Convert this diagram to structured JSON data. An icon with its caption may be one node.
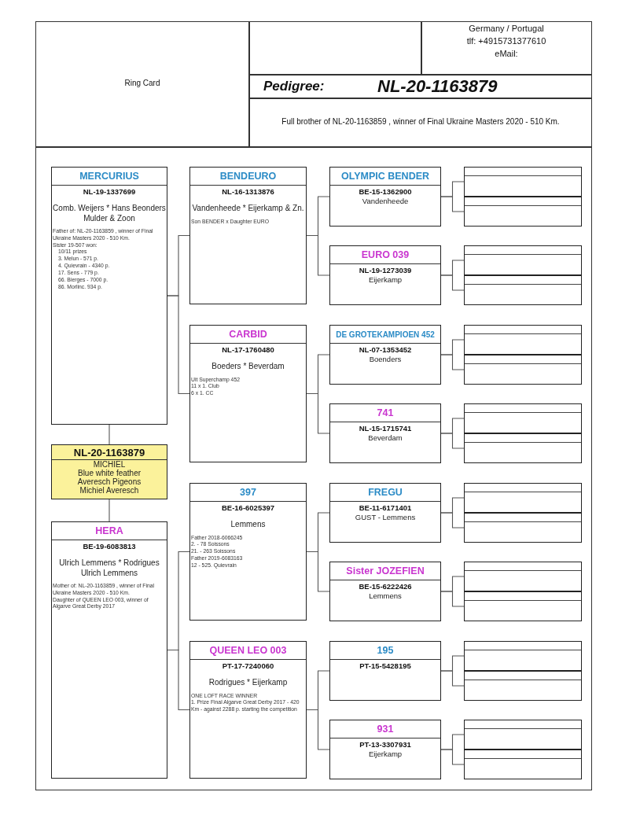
{
  "diagram": {
    "nodes": [
      {
        "text": [
          "NL-20-1163879",
          "MICHIEL",
          "Blue white feather",
          "Averesch Pigeons",
          "Michiel Averesch"
        ]
      },
      {
        "text": [
          "MERCURIUS",
          "NL-19-1337699",
          "Comb. Weijers * Hans Beonders Mulder & Zoon",
          "Father of: NL-20-1163859 , winner of Final Ukraine Masters 2020 - 510 Km.",
          "Sister 19-507 won:",
          "10/11 prizes",
          "3. Melun - 571 p.",
          "4. Quievrain - 4340 p.",
          "17. Sens - 779 p.",
          "66. Bierges - 7000 p.",
          "86. Morlinc. 934 p."
        ]
      },
      {
        "text": [
          "HERA",
          "BE-19-6083813",
          "Ulrich Lemmens * Rodrigues Ulrich Lemmens",
          "Mother of: NL-20-1163859 , winner of Final Ukraine Masters 2020 - 510 Km.",
          "Daughter of QUEEN LEO 003, winner of Algarve Great Derby 2017"
        ]
      },
      {
        "text": [
          "BENDEURO",
          "NL-16-1313876",
          "Vandenheede * Eijerkamp & Zn.",
          "Son BENDER x Daughter EURO"
        ]
      },
      {
        "text": [
          "CARBID",
          "NL-17-1760480",
          "Boeders * Beverdam",
          "Uit Superchamp 452",
          "11 x 1. Club",
          "6 x 1. CC"
        ]
      },
      {
        "text": [
          "397",
          "BE-16-6025397",
          "Lemmens",
          "Father 2018-6066245",
          "2. - 78 Soissons",
          "21. - 263 Soissons",
          "Father 2019-6083163",
          "12 - 525. Quievrain"
        ]
      },
      {
        "text": [
          "QUEEN LEO 003",
          "PT-17-7240060",
          "Rodrigues * Eijerkamp",
          "ONE LOFT RACE WINNER",
          "1. Prize Final Algarve Great Derby 2017 - 420 Km - against 2288 p. starting the competition"
        ]
      },
      {
        "text": [
          "OLYMPIC BENDER",
          "BE-15-1362900",
          "Vandenheede"
        ]
      },
      {
        "text": [
          "EURO 039",
          "NL-19-1273039",
          "Eijerkamp"
        ]
      },
      {
        "text": [
          "DE GROTEKAMPIOEN 452",
          "NL-07-1353452",
          "Boenders"
        ]
      },
      {
        "text": [
          "741",
          "NL-15-1715741",
          "Beverdam"
        ]
      },
      {
        "text": [
          "FREGU",
          "BE-11-6171401",
          "GUST - Lemmens"
        ]
      },
      {
        "text": [
          "Sister JOZEFIEN",
          "BE-15-6222426",
          "Lemmens"
        ]
      },
      {
        "text": [
          "195",
          "PT-15-5428195"
        ]
      },
      {
        "text": [
          "931",
          "PT-13-3307931",
          "Eijerkamp"
        ]
      },
      {
        "text": [],
        "shape": "box"
      },
      {
        "text": [],
        "shape": "box"
      },
      {
        "text": [],
        "shape": "box"
      },
      {
        "text": [],
        "shape": "box"
      },
      {
        "text": [],
        "shape": "box"
      },
      {
        "text": [],
        "shape": "box"
      },
      {
        "text": [],
        "shape": "box"
      },
      {
        "text": [],
        "shape": "box"
      },
      {
        "text": [],
        "shape": "box"
      },
      {
        "text": [],
        "shape": "box"
      },
      {
        "text": [],
        "shape": "box"
      },
      {
        "text": [],
        "shape": "box"
      },
      {
        "text": [],
        "shape": "box"
      },
      {
        "text": [],
        "shape": "box"
      },
      {
        "text": [],
        "shape": "box"
      },
      {
        "text": [],
        "shape": "box"
      }
    ],
    "edges": [
      {
        "from": 0,
        "to": 1,
        "arrow": "none"
      },
      {
        "from": 0,
        "to": 2,
        "arrow": "none"
      },
      {
        "from": 1,
        "to": 3,
        "arrow": "none"
      },
      {
        "from": 1,
        "to": 4,
        "arrow": "none"
      },
      {
        "from": 2,
        "to": 5,
        "arrow": "none"
      },
      {
        "from": 2,
        "to": 6,
        "arrow": "none"
      },
      {
        "from": 3,
        "to": 7,
        "arrow": "none"
      },
      {
        "from": 3,
        "to": 8,
        "arrow": "none"
      },
      {
        "from": 4,
        "to": 9,
        "arrow": "none"
      },
      {
        "from": 4,
        "to": 10,
        "arrow": "none"
      },
      {
        "from": 5,
        "to": 11,
        "arrow": "none"
      },
      {
        "from": 5,
        "to": 12,
        "arrow": "none"
      },
      {
        "from": 6,
        "to": 13,
        "arrow": "none"
      },
      {
        "from": 6,
        "to": 14,
        "arrow": "none"
      },
      {
        "from": 7,
        "to": 15,
        "arrow": "none"
      },
      {
        "from": 7,
        "to": 16,
        "arrow": "none"
      },
      {
        "from": 8,
        "to": 17,
        "arrow": "none"
      },
      {
        "from": 8,
        "to": 18,
        "arrow": "none"
      },
      {
        "from": 9,
        "to": 19,
        "arrow": "none"
      },
      {
        "from": 9,
        "to": 20,
        "arrow": "none"
      },
      {
        "from": 10,
        "to": 21,
        "arrow": "none"
      },
      {
        "from": 10,
        "to": 22,
        "arrow": "none"
      },
      {
        "from": 11,
        "to": 23,
        "arrow": "none"
      },
      {
        "from": 11,
        "to": 24,
        "arrow": "none"
      },
      {
        "from": 12,
        "to": 25,
        "arrow": "none"
      },
      {
        "from": 12,
        "to": 26,
        "arrow": "none"
      },
      {
        "from": 13,
        "to": 27,
        "arrow": "none"
      },
      {
        "from": 13,
        "to": 28,
        "arrow": "none"
      },
      {
        "from": 14,
        "to": 29,
        "arrow": "none"
      },
      {
        "from": 14,
        "to": 30,
        "arrow": "none"
      }
    ],
    "labels": [
      "Ring Card",
      "Germany / Portugal",
      "tlf: +4915731377610",
      "eMail:",
      "Pedigree:",
      "NL-20-1163879",
      "Full brother of NL-20-1163859 , winner of Final Ukraine Masters 2020 - 510 Km."
    ]
  }
}
